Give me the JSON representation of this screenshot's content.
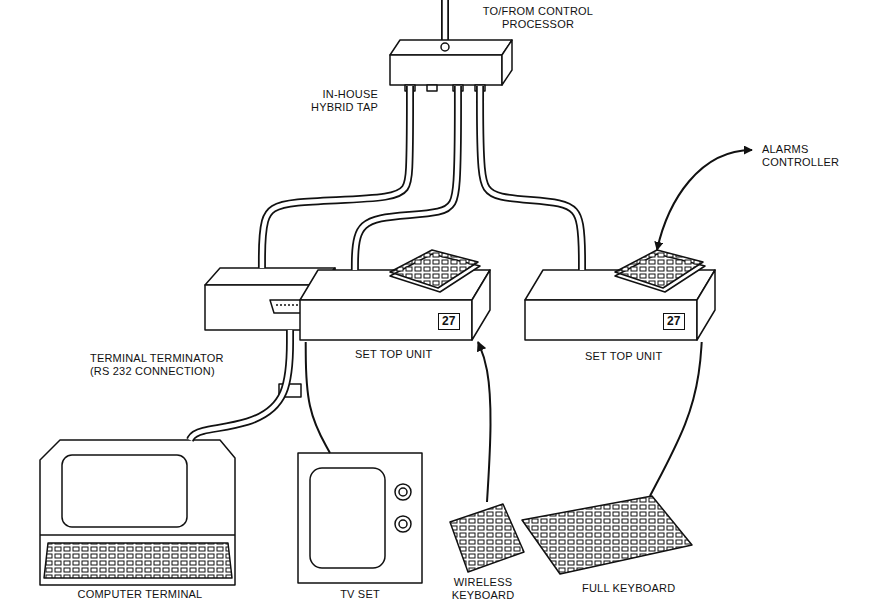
{
  "diagram": {
    "nodes": [
      {
        "text": [
          "IN-HOUSE HYBRID TAP"
        ]
      },
      {
        "text": [
          "TERMINAL TERMINATOR (RS 232 CONNECTION)"
        ]
      },
      {
        "text": [
          "27",
          "SET TOP UNIT"
        ]
      },
      {
        "text": [
          "27",
          "SET TOP UNIT"
        ]
      },
      {
        "text": [
          "COMPUTER TERMINAL"
        ]
      },
      {
        "text": [
          "TV SET"
        ]
      },
      {
        "text": [
          "WIRELESS KEYBOARD"
        ]
      },
      {
        "text": [
          "FULL KEYBOARD"
        ]
      }
    ],
    "edges": [
      {
        "from": 0,
        "to": 1,
        "arrow": "none"
      },
      {
        "from": 0,
        "to": 2,
        "arrow": "none"
      },
      {
        "from": 0,
        "to": 3,
        "arrow": "none"
      },
      {
        "from": 1,
        "to": 4,
        "arrow": "none"
      },
      {
        "from": 2,
        "to": 5,
        "arrow": "none"
      },
      {
        "from": 6,
        "to": 2,
        "arrow": "to"
      },
      {
        "from": 7,
        "to": 3,
        "arrow": "none"
      }
    ],
    "labels": [
      "TO/FROM CONTROL PROCESSOR",
      "ALARMS CONTROLLER"
    ]
  }
}
